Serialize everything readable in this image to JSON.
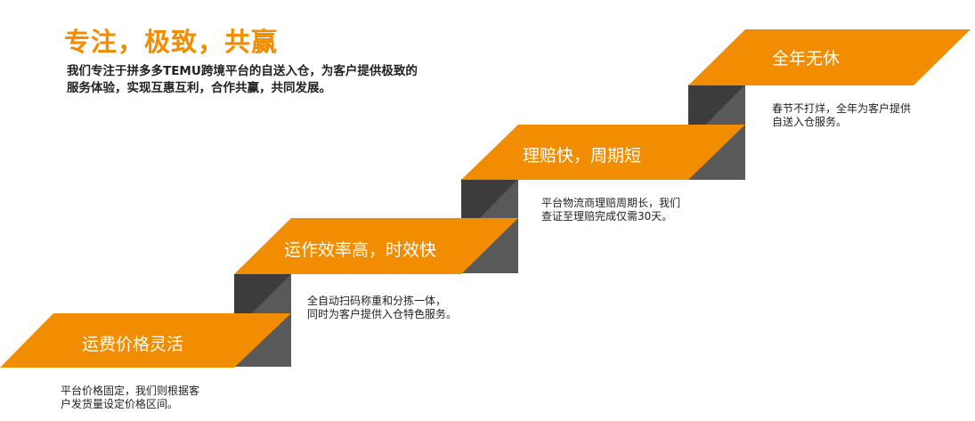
{
  "header": {
    "title": "专注，极致，共赢",
    "intro": "我们专注于拼多多TEMU跨境平台的自送入仓，为客户提供极致的服务体验，实现互惠互利，合作共赢，共同发展。"
  },
  "steps": [
    {
      "title": "运费价格灵活",
      "desc_lines": [
        "平台价格固定，我们则根据客",
        "户发货量设定价格区间。"
      ]
    },
    {
      "title": "运作效率高，时效快",
      "desc_lines": [
        "全自动扫码称重和分拣一体，",
        "同时为客户提供入仓特色服务。"
      ]
    },
    {
      "title": "理赔快，周期短",
      "desc_lines": [
        "平台物流商理赔周期长，我们",
        "查证至理赔完成仅需30天。"
      ]
    },
    {
      "title": "全年无休",
      "desc_lines": [
        "春节不打烊，全年为客户提供",
        "自送入仓服务。"
      ]
    }
  ],
  "colors": {
    "accent": "#f28c00",
    "riser_dark": "#3a3a3a",
    "riser_light": "#595959"
  }
}
